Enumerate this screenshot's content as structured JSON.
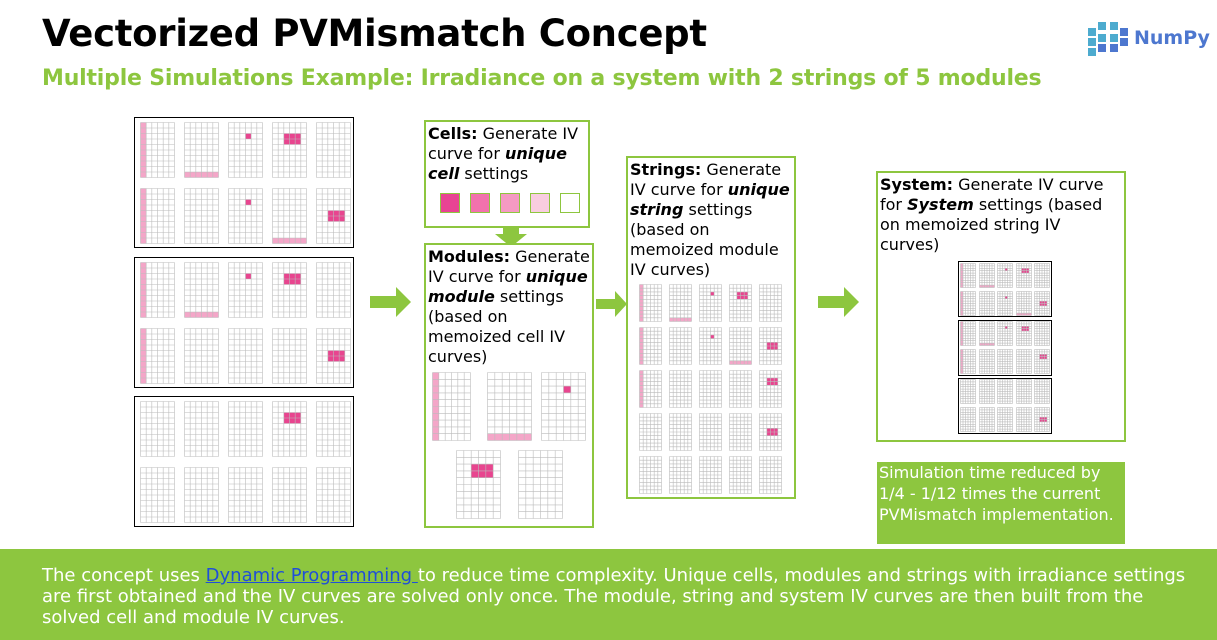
{
  "title": "Vectorized PVMismatch Concept",
  "subtitle": "Multiple Simulations Example: Irradiance on a system with 2 strings of 5 modules",
  "logo": {
    "text": "NumPy",
    "icon": "numpy-cube-icon"
  },
  "colors": {
    "accent": "#8dc63f",
    "shade_dark": "#e8458f",
    "shade_light": "#f4a6c8",
    "link": "#1f4fd8"
  },
  "cells_box": {
    "bold": "Cells:",
    "text1": " Generate IV curve for ",
    "em": "unique cell",
    "text2": " settings",
    "swatches": [
      "#e84393",
      "#f272ad",
      "#f59ac3",
      "#f9cde0",
      "#ffffff"
    ]
  },
  "modules_box": {
    "bold": "Modules:",
    "text1": " Generate IV curve for ",
    "em": "unique module",
    "text2": " settings (based on memoized cell IV curves)"
  },
  "strings_box": {
    "bold": "Strings:",
    "text1": " Generate IV curve for ",
    "em": "unique string",
    "text2": " settings (based on memoized module IV curves)"
  },
  "system_box": {
    "bold": "System:",
    "text1": " Generate IV curve for ",
    "em": "System",
    "text2": " settings (based on memoized string IV curves)"
  },
  "note": "Simulation time reduced by 1/4 - 1/12 times the current PVMismatch implementation.",
  "footer": {
    "pre": "The concept uses ",
    "link": "Dynamic Programming ",
    "post": "to reduce time complexity. Unique cells, modules and strings with irradiance settings are first obtained and the IV curves are solved only once. The module, string and system IV curves are then built from the solved cell and module IV curves."
  }
}
